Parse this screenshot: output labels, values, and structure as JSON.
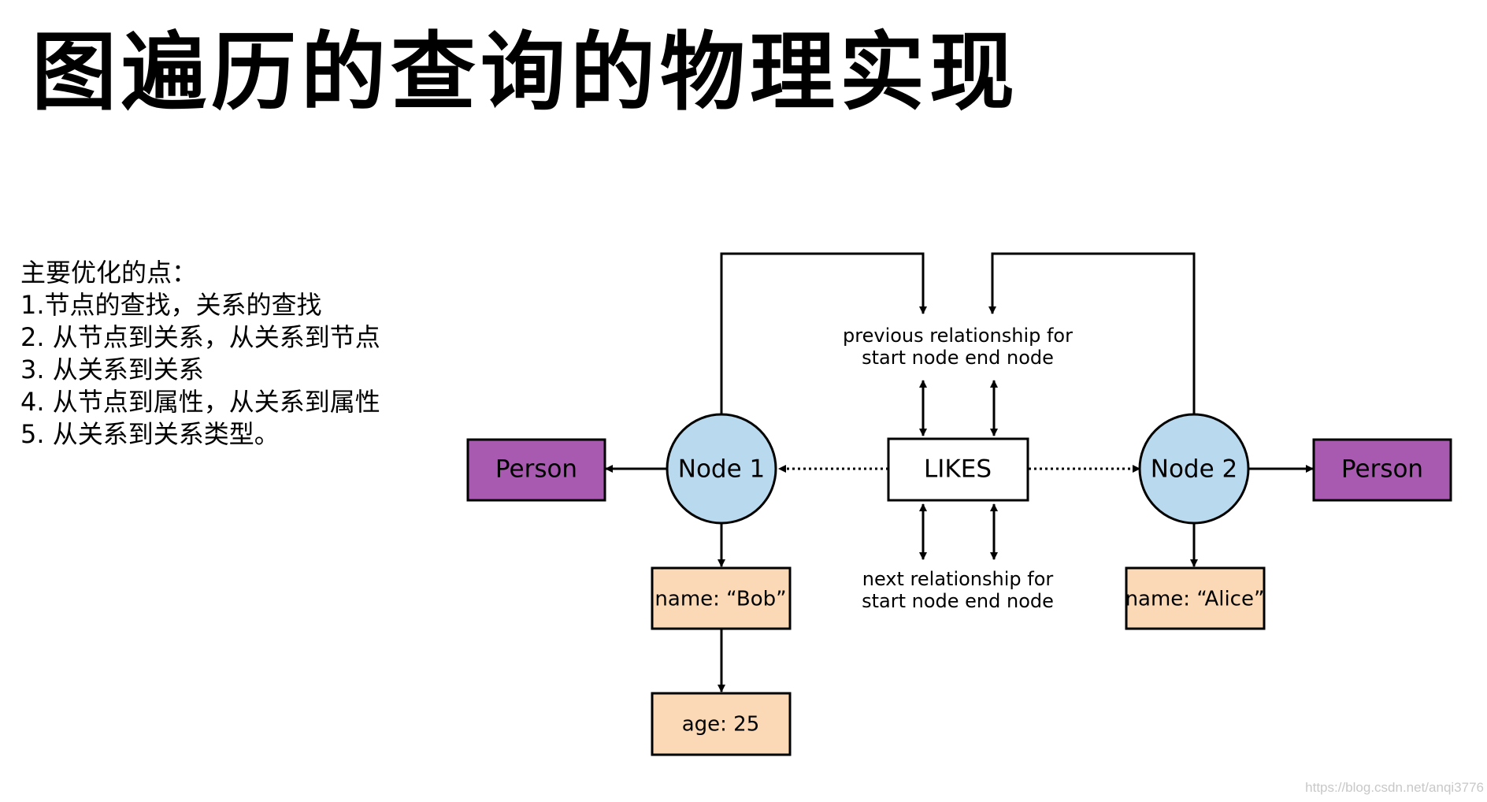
{
  "title": "图遍历的查询的物理实现",
  "notes": {
    "heading": "主要优化的点：",
    "items": [
      "1.节点的查找，关系的查找",
      "2. 从节点到关系，从关系到节点",
      "3. 从关系到关系",
      "4. 从节点到属性，从关系到属性",
      "5. 从关系到关系类型。"
    ]
  },
  "diagram": {
    "label_left": "Person",
    "label_right": "Person",
    "node1": "Node 1",
    "node2": "Node 2",
    "relationship": "LIKES",
    "prev_caption_1": "previous relationship for",
    "prev_caption_2": "start node end node",
    "next_caption_1": "next relationship for",
    "next_caption_2": "start node end node",
    "prop_name_bob": "name: “Bob”",
    "prop_age": "age: 25",
    "prop_name_alice": "name: “Alice”"
  },
  "colors": {
    "label_fill": "#a75aaf",
    "node_fill": "#b9d9ee",
    "property_fill": "#fbd9b6"
  },
  "watermark": "https://blog.csdn.net/anqi3776"
}
